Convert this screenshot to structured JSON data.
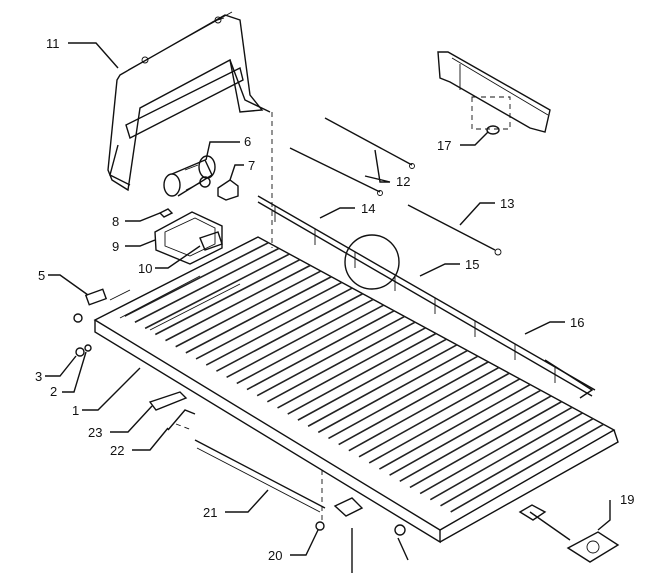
{
  "diagram": {
    "callouts": [
      {
        "id": "c1",
        "text": "1"
      },
      {
        "id": "c2",
        "text": "2"
      },
      {
        "id": "c3",
        "text": "3"
      },
      {
        "id": "c5",
        "text": "5"
      },
      {
        "id": "c6",
        "text": "6"
      },
      {
        "id": "c7",
        "text": "7"
      },
      {
        "id": "c8",
        "text": "8"
      },
      {
        "id": "c9",
        "text": "9"
      },
      {
        "id": "c10",
        "text": "10"
      },
      {
        "id": "c11",
        "text": "11"
      },
      {
        "id": "c12",
        "text": "12"
      },
      {
        "id": "c13",
        "text": "13"
      },
      {
        "id": "c14",
        "text": "14"
      },
      {
        "id": "c15",
        "text": "15"
      },
      {
        "id": "c16",
        "text": "16"
      },
      {
        "id": "c17",
        "text": "17"
      },
      {
        "id": "c19",
        "text": "19"
      },
      {
        "id": "c20",
        "text": "20"
      },
      {
        "id": "c21",
        "text": "21"
      },
      {
        "id": "c22",
        "text": "22"
      },
      {
        "id": "c23",
        "text": "23"
      }
    ]
  }
}
